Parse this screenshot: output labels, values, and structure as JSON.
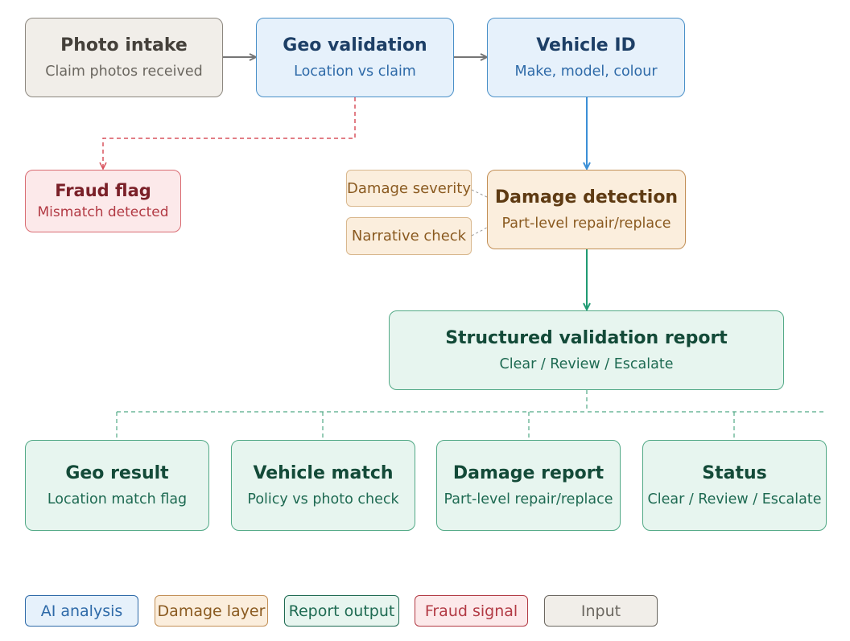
{
  "nodes": {
    "photo_intake": {
      "title": "Photo intake",
      "subtitle": "Claim photos received"
    },
    "geo_validation": {
      "title": "Geo validation",
      "subtitle": "Location vs claim"
    },
    "vehicle_id": {
      "title": "Vehicle ID",
      "subtitle": "Make, model, colour"
    },
    "fraud_flag": {
      "title": "Fraud flag",
      "subtitle": "Mismatch detected"
    },
    "damage_detection": {
      "title": "Damage detection",
      "subtitle": "Part-level repair/replace"
    },
    "report": {
      "title": "Structured validation report",
      "subtitle": "Clear / Review / Escalate"
    },
    "geo_result": {
      "title": "Geo result",
      "subtitle": "Location match flag"
    },
    "vehicle_match": {
      "title": "Vehicle match",
      "subtitle": "Policy vs photo check"
    },
    "damage_report": {
      "title": "Damage report",
      "subtitle": "Part-level repair/replace"
    },
    "status": {
      "title": "Status",
      "subtitle": "Clear / Review / Escalate"
    }
  },
  "side_labels": {
    "damage_severity": "Damage severity",
    "narrative_check": "Narrative check"
  },
  "legend": {
    "ai": "AI analysis",
    "damage": "Damage layer",
    "report": "Report output",
    "fraud": "Fraud signal",
    "input": "Input"
  },
  "colors": {
    "ai": "#4a90c8",
    "damage": "#c28f56",
    "report": "#52a986",
    "fraud": "#d96b72",
    "input": "#8c877f"
  }
}
